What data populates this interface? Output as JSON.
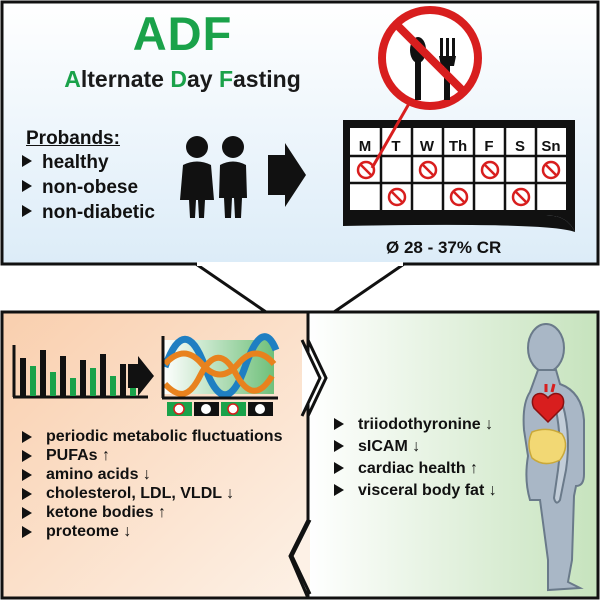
{
  "header": {
    "title": "ADF",
    "subtitle_parts": [
      "A",
      "lternate ",
      "D",
      "ay ",
      "F",
      "asting"
    ]
  },
  "probands": {
    "heading": "Probands:",
    "items": [
      "healthy",
      "non-obese",
      "non-diabetic"
    ]
  },
  "calendar": {
    "days": [
      "M",
      "T",
      "W",
      "Th",
      "F",
      "S",
      "Sn"
    ],
    "caloric_restriction": "Ø 28 - 37% CR"
  },
  "metabolic_effects": [
    "periodic metabolic fluctuations",
    "PUFAs ↑",
    "amino acids ↓",
    "cholesterol, LDL, VLDL ↓",
    "ketone bodies ↑",
    "proteome ↓"
  ],
  "physiological_effects": [
    "triiodothyronine ↓",
    "sICAM ↓",
    "cardiac health ↑",
    "visceral body fat ↓"
  ],
  "colors": {
    "green": "#1aa24a",
    "top_bg": "#e8f3fb",
    "left_bg": "#fbe3d2",
    "right_bg": "#d9edd2",
    "no_sign_red": "#d81e1e",
    "wave_blue": "#1f7fc2",
    "wave_orange": "#e8821e",
    "body_gray": "#a9b7c6"
  },
  "icons": [
    "no-food-icon",
    "person-icon",
    "arrow-right-icon",
    "heart-icon",
    "liver-icon"
  ]
}
